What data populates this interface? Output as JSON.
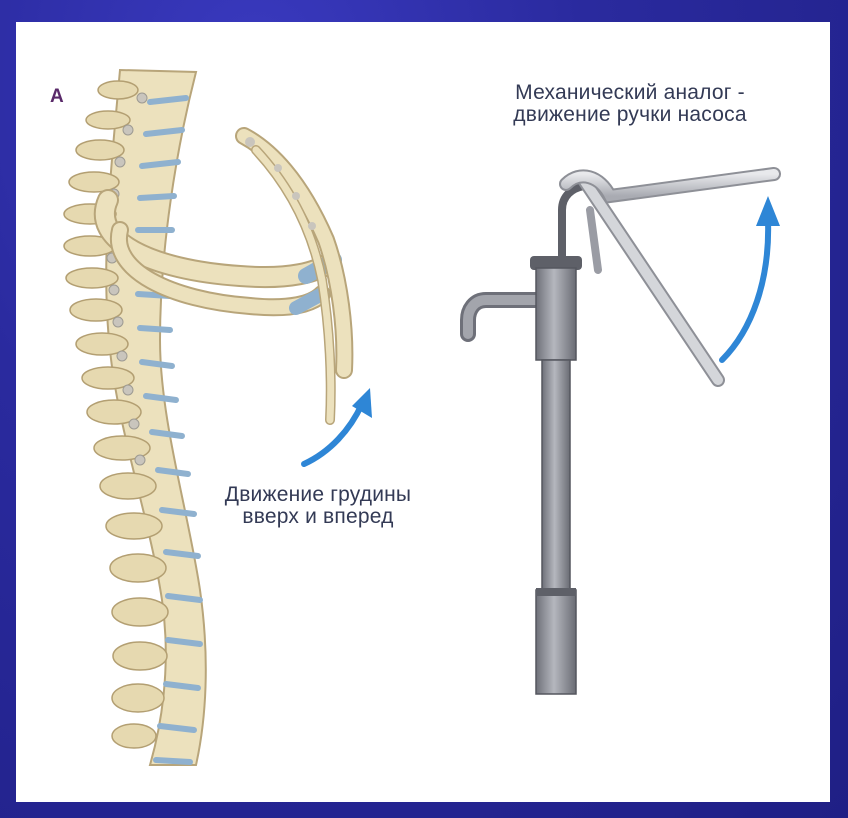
{
  "figure": {
    "panel_label": "A",
    "pump_caption": [
      "Механический аналог -",
      "движение ручки насоса"
    ],
    "sternum_caption": [
      "Движение грудины",
      "вверх и вперед"
    ]
  },
  "colors": {
    "slide_background": "#2c2ca8",
    "bone": "#ece1bd",
    "bone_outline": "#b8a57a",
    "disc": "#8fb1cf",
    "arrow": "#2e86d6",
    "pump_metal": "#9a9ca4",
    "pump_handle": "#d4d6da"
  },
  "icons": {
    "spine": "spine-illustration",
    "pump": "hand-pump-illustration",
    "arrow": "curved-arrow-icon"
  }
}
